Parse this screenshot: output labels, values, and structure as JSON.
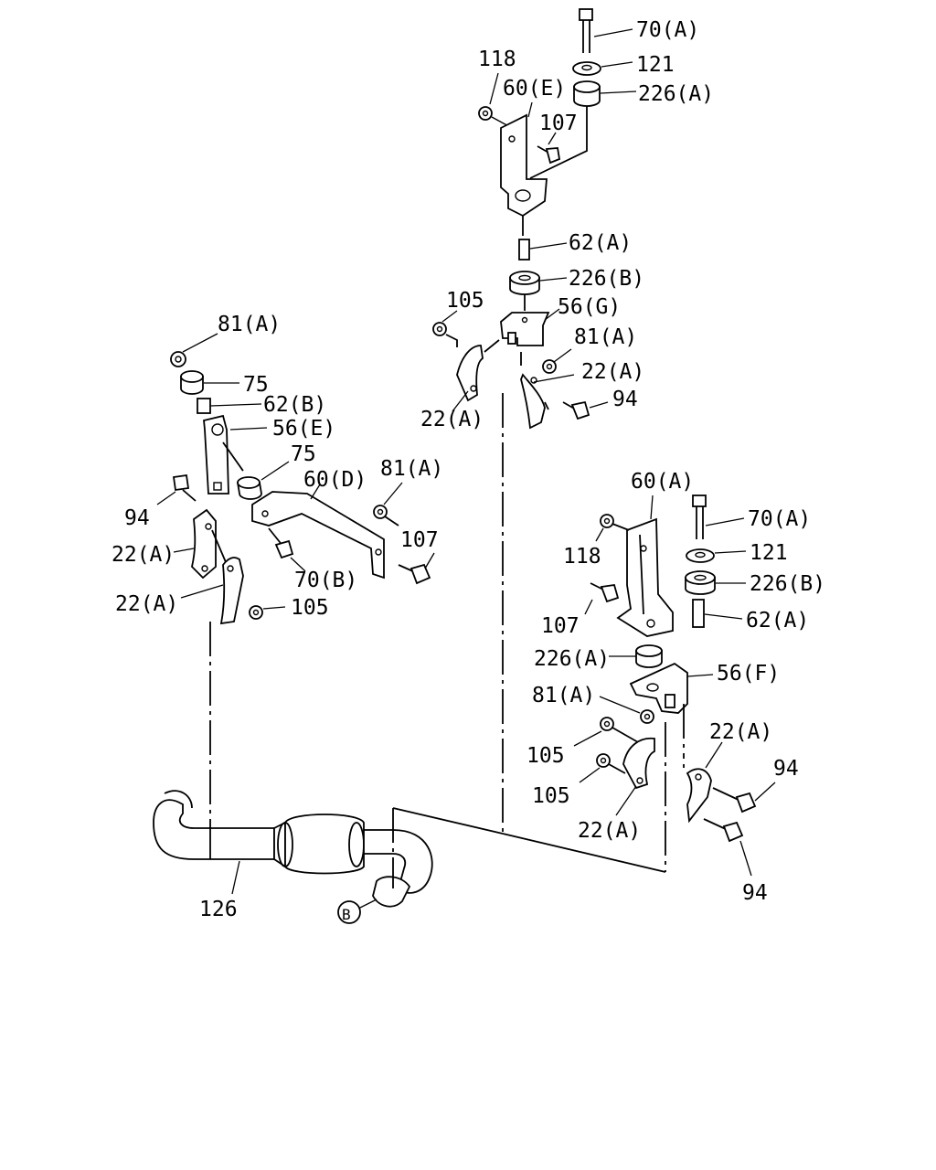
{
  "labels": {
    "l70a_top": "70(A)",
    "l121_top": "121",
    "l226a_top": "226(A)",
    "l118_top": "118",
    "l60e": "60(E)",
    "l107_top": "107",
    "l62a_top": "62(A)",
    "l226b_top": "226(B)",
    "l105_top": "105",
    "l56g": "56(G)",
    "l81a_mid": "81(A)",
    "l22a_mid_r": "22(A)",
    "l94_mid": "94",
    "l22a_mid_l": "22(A)",
    "l81a_left": "81(A)",
    "l75_a": "75",
    "l62b": "62(B)",
    "l56e": "56(E)",
    "l75_b": "75",
    "l60d": "60(D)",
    "l81a_left2": "81(A)",
    "l94_left": "94",
    "l107_left": "107",
    "l22a_left1": "22(A)",
    "l70b": "70(B)",
    "l22a_left2": "22(A)",
    "l105_left": "105",
    "l60a": "60(A)",
    "l70a_right": "70(A)",
    "l118_right": "118",
    "l121_right": "121",
    "l226b_right": "226(B)",
    "l107_right": "107",
    "l62a_right": "62(A)",
    "l226a_right": "226(A)",
    "l56f": "56(F)",
    "l81a_right": "81(A)",
    "l22a_right_top": "22(A)",
    "l105_r1": "105",
    "l94_r1": "94",
    "l105_r2": "105",
    "l22a_right_bot": "22(A)",
    "l94_r2": "94",
    "l126": "126",
    "lB": "B"
  }
}
